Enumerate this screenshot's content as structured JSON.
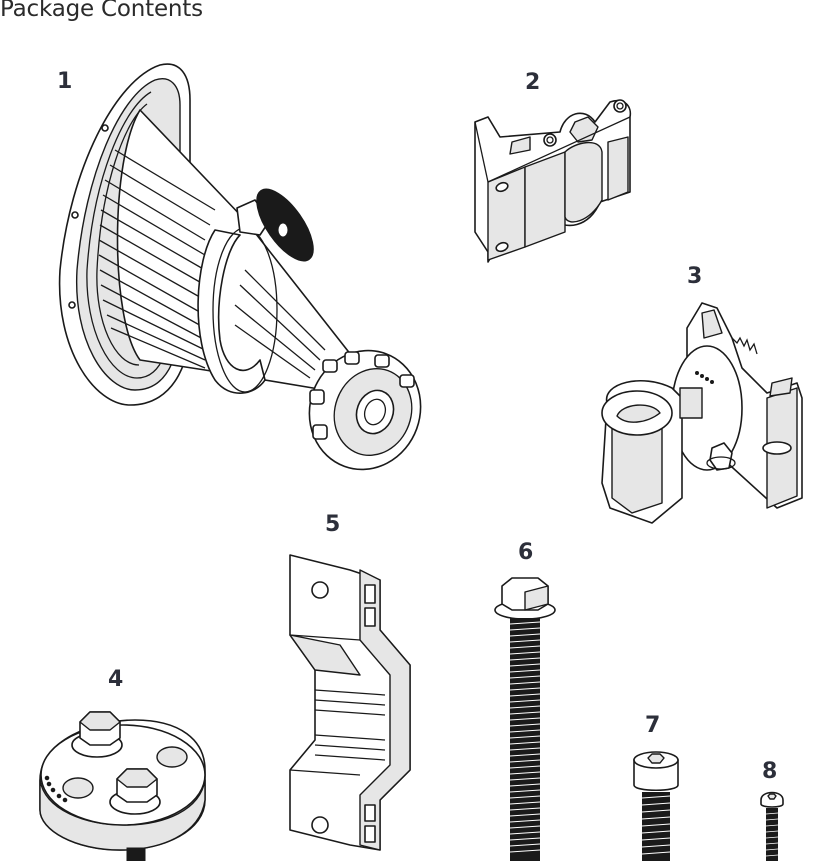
{
  "page": {
    "title": "Package Contents"
  },
  "parts": [
    {
      "number": "1",
      "name": "Antenna radio unit with horn and mounting ring",
      "icon": "antenna-horn-icon"
    },
    {
      "number": "2",
      "name": "Mounting bracket",
      "icon": "bracket-icon"
    },
    {
      "number": "3",
      "name": "Pole clamp assembly",
      "icon": "pole-clamp-icon"
    },
    {
      "number": "4",
      "name": "Alignment plate with bolts",
      "icon": "alignment-plate-icon"
    },
    {
      "number": "5",
      "name": "Clamp bracket",
      "icon": "clamp-bracket-icon"
    },
    {
      "number": "6",
      "name": "Long flange hex bolt",
      "icon": "hex-bolt-icon"
    },
    {
      "number": "7",
      "name": "Socket head cap screw",
      "icon": "cap-screw-icon"
    },
    {
      "number": "8",
      "name": "Small button head screw",
      "icon": "small-screw-icon"
    }
  ]
}
